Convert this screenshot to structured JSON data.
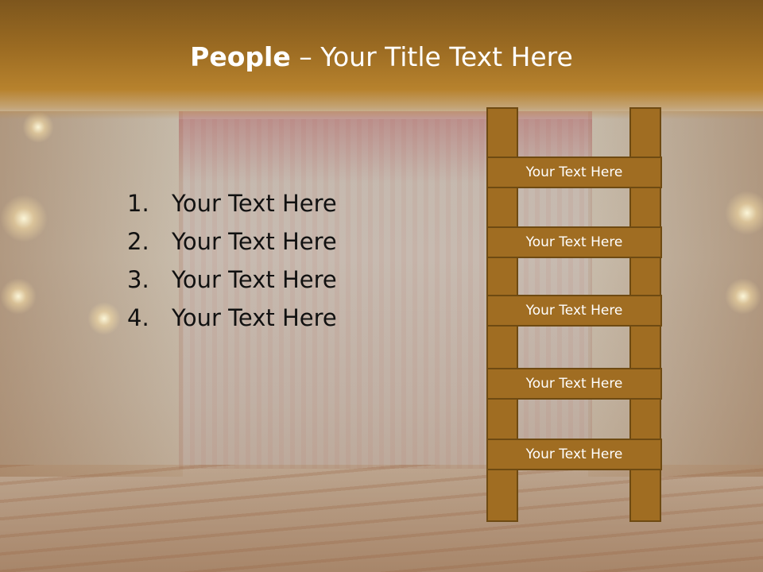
{
  "slide": {
    "title_bold": "People",
    "title_separator": " – ",
    "title_rest": "Your Title Text Here",
    "list": [
      {
        "number": "1.",
        "text": "Your Text Here"
      },
      {
        "number": "2.",
        "text": "Your Text Here"
      },
      {
        "number": "3.",
        "text": "Your Text Here"
      },
      {
        "number": "4.",
        "text": "Your Text Here"
      }
    ],
    "ladder_rungs": [
      "Your Text Here",
      "Your Text Here",
      "Your Text Here",
      "Your Text Here",
      "Your Text Here"
    ]
  },
  "colors": {
    "header": "#9b6b22",
    "ladder_fill": "#a06d22",
    "ladder_border": "#6e4a12",
    "title_text": "#ffffff",
    "list_text": "#111111"
  }
}
